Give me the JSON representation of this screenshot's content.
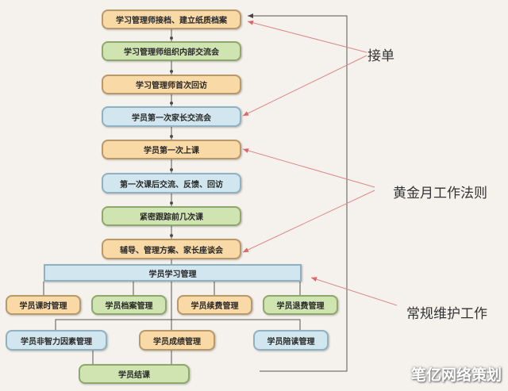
{
  "flow": [
    "学习管理师接档、建立纸质档案",
    "学习管理师组织内部交流会",
    "学习管理师首次回访",
    "学员第一次家长交流会",
    "学员第一次上课",
    "第一次课后交流、反馈、回访",
    "紧密跟踪前几次课",
    "辅导、管理方案、家长座谈会"
  ],
  "management": "学员学习管理",
  "row1": [
    "学员课时管理",
    "学员档案管理",
    "学员续费管理",
    "学员退费管理"
  ],
  "row2": [
    "学员非智力因素管理",
    "学员成绩管理",
    "学员陪读管理"
  ],
  "final": "学员结课",
  "labels": {
    "order": "接单",
    "golden": "黄金月工作法则",
    "routine": "常规维护工作"
  },
  "watermark": "笔亿网络策划"
}
